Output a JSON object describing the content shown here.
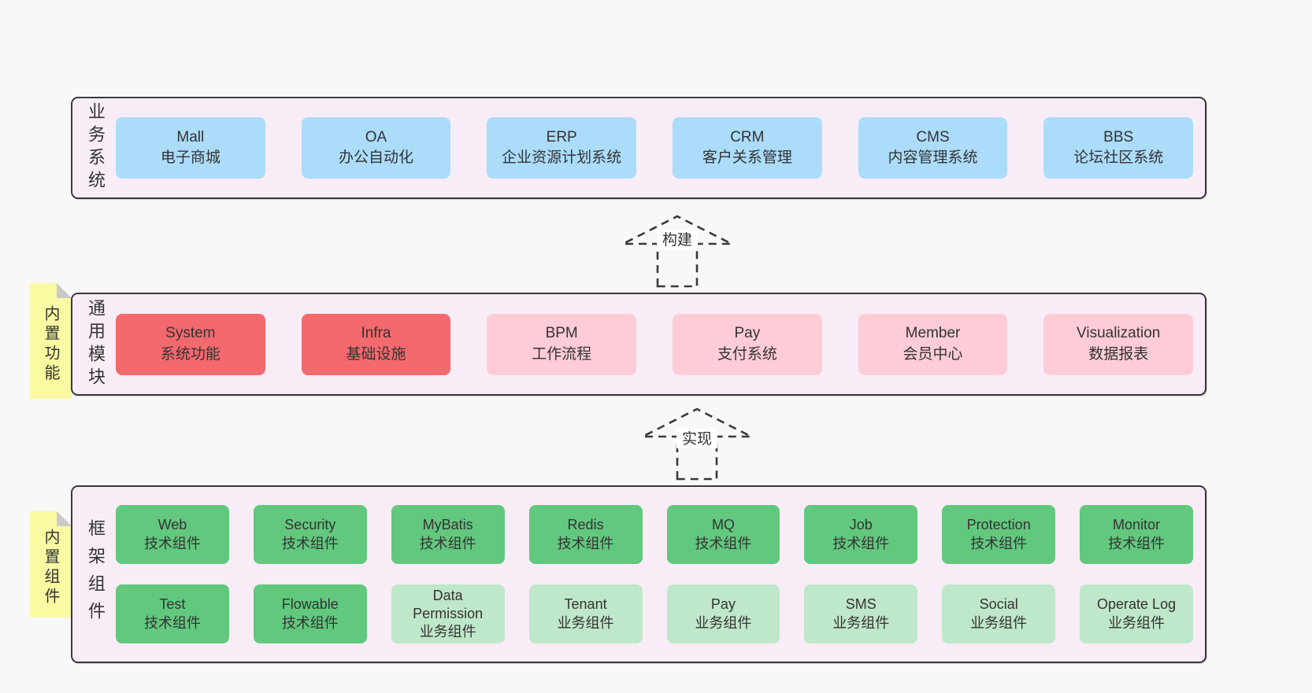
{
  "colors": {
    "page_bg": "#f8f8f8",
    "panel_bg": "#f8edf6",
    "panel_border": "#3a3a3a",
    "blue_box": "#abdcfa",
    "red_box": "#f4696d",
    "pink_box": "#fdccd6",
    "green_box": "#62c87e",
    "light_green_box": "#bfe7c9",
    "note_bg": "#fafaa2",
    "note_fold": "#c9c9c9",
    "text": "#333333"
  },
  "arrows": [
    {
      "label": "构建"
    },
    {
      "label": "实现"
    }
  ],
  "business": {
    "label": "业务系统",
    "boxes": [
      {
        "title": "Mall",
        "subtitle": "电子商城"
      },
      {
        "title": "OA",
        "subtitle": "办公自动化"
      },
      {
        "title": "ERP",
        "subtitle": "企业资源计划系统"
      },
      {
        "title": "CRM",
        "subtitle": "客户关系管理"
      },
      {
        "title": "CMS",
        "subtitle": "内容管理系统"
      },
      {
        "title": "BBS",
        "subtitle": "论坛社区系统"
      }
    ]
  },
  "modules": {
    "label": "通用模块",
    "note": "内置功能",
    "boxes": [
      {
        "title": "System",
        "subtitle": "系统功能",
        "variant": "red"
      },
      {
        "title": "Infra",
        "subtitle": "基础设施",
        "variant": "red"
      },
      {
        "title": "BPM",
        "subtitle": "工作流程",
        "variant": "pink"
      },
      {
        "title": "Pay",
        "subtitle": "支付系统",
        "variant": "pink"
      },
      {
        "title": "Member",
        "subtitle": "会员中心",
        "variant": "pink"
      },
      {
        "title": "Visualization",
        "subtitle": "数据报表",
        "variant": "pink"
      }
    ]
  },
  "framework": {
    "label": "框架组件",
    "note": "内置组件",
    "row1": [
      {
        "title": "Web",
        "subtitle": "技术组件",
        "variant": "green"
      },
      {
        "title": "Security",
        "subtitle": "技术组件",
        "variant": "green"
      },
      {
        "title": "MyBatis",
        "subtitle": "技术组件",
        "variant": "green"
      },
      {
        "title": "Redis",
        "subtitle": "技术组件",
        "variant": "green"
      },
      {
        "title": "MQ",
        "subtitle": "技术组件",
        "variant": "green"
      },
      {
        "title": "Job",
        "subtitle": "技术组件",
        "variant": "green"
      },
      {
        "title": "Protection",
        "subtitle": "技术组件",
        "variant": "green"
      },
      {
        "title": "Monitor",
        "subtitle": "技术组件",
        "variant": "green"
      }
    ],
    "row2": [
      {
        "title": "Test",
        "subtitle": "技术组件",
        "variant": "green"
      },
      {
        "title": "Flowable",
        "subtitle": "技术组件",
        "variant": "green"
      },
      {
        "title": "Data Permission",
        "subtitle": "业务组件",
        "variant": "light-green"
      },
      {
        "title": "Tenant",
        "subtitle": "业务组件",
        "variant": "light-green"
      },
      {
        "title": "Pay",
        "subtitle": "业务组件",
        "variant": "light-green"
      },
      {
        "title": "SMS",
        "subtitle": "业务组件",
        "variant": "light-green"
      },
      {
        "title": "Social",
        "subtitle": "业务组件",
        "variant": "light-green"
      },
      {
        "title": "Operate Log",
        "subtitle": "业务组件",
        "variant": "light-green"
      }
    ]
  }
}
